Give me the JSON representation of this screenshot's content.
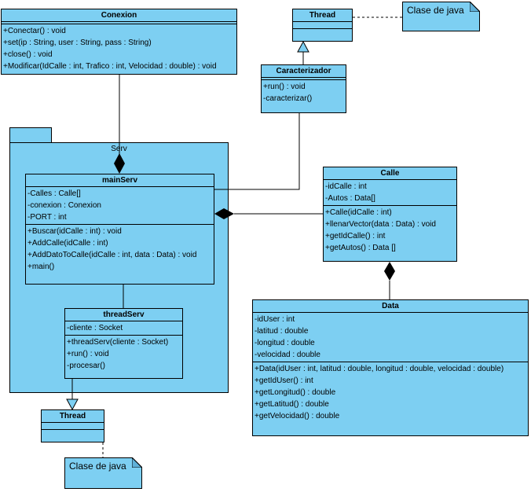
{
  "package": {
    "name": "Serv"
  },
  "classes": {
    "conexion": {
      "name": "Conexion",
      "attributes": [],
      "methods": [
        "+Conectar() : void",
        "+set(ip : String, user : String, pass : String)",
        "+close() : void",
        "+Modificar(IdCalle : int, Trafico : int, Velocidad : double) : void"
      ]
    },
    "thread_top": {
      "name": "Thread"
    },
    "caracterizador": {
      "name": "Caracterizador",
      "methods": [
        "+run() : void",
        "-caracterizar()"
      ]
    },
    "mainServ": {
      "name": "mainServ",
      "attributes": [
        "-Calles : Calle[]",
        "-conexion : Conexion",
        "-PORT : int"
      ],
      "methods": [
        "+Buscar(idCalle : int) : void",
        "+AddCalle(idCalle : int)",
        "+AddDatoToCalle(idCalle : int, data : Data) : void",
        "+main()"
      ]
    },
    "calle": {
      "name": "Calle",
      "attributes": [
        "-idCalle : int",
        "-Autos : Data[]"
      ],
      "methods": [
        "+Calle(idCalle : int)",
        "+llenarVector(data : Data) : void",
        "+getIdCalle() : int",
        "+getAutos() : Data []"
      ]
    },
    "threadServ": {
      "name": "threadServ",
      "attributes": [
        "-cliente : Socket"
      ],
      "methods": [
        "+threadServ(cliente : Socket)",
        "+run() : void",
        "-procesar()"
      ]
    },
    "thread_bottom": {
      "name": "Thread"
    },
    "data": {
      "name": "Data",
      "attributes": [
        "-idUser : int",
        "-latitud : double",
        "-longitud : double",
        "-velocidad : double"
      ],
      "methods": [
        "+Data(idUser : int, latitud : double, longitud : double, velocidad : double)",
        "+getIdUser() : int",
        "+getLongitud() : double",
        "+getLatitud() : double",
        "+getVelocidad() : double"
      ]
    }
  },
  "notes": {
    "top": "Clase de java",
    "bottom": "Clase de java"
  },
  "colors": {
    "fill": "#7dcff2",
    "line": "#000000"
  }
}
